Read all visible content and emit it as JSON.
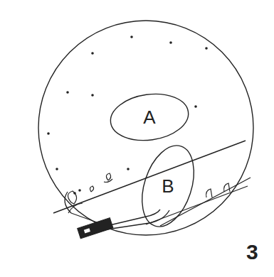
{
  "diagram": {
    "nodes": [
      {
        "text": [
          "A"
        ]
      },
      {
        "text": [
          "B"
        ]
      }
    ],
    "labels": [
      "3"
    ]
  }
}
